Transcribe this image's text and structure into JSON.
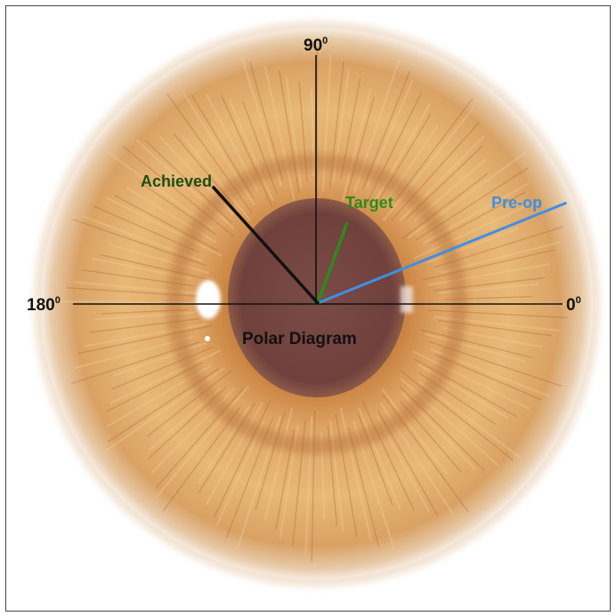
{
  "diagram": {
    "title": "Polar Diagram",
    "axis_labels": {
      "deg_90": "90",
      "deg_180": "180",
      "deg_0": "0",
      "degree_mark": "0"
    },
    "vectors": [
      {
        "name": "Pre-op",
        "angle_deg": 22,
        "color": "#3f8fe3"
      },
      {
        "name": "Target",
        "angle_deg": 70,
        "color": "#2e8a1e"
      },
      {
        "name": "Achieved",
        "angle_deg": 132,
        "color": "#111111"
      }
    ],
    "colors": {
      "iris_outer": "#c98a45",
      "iris_inner": "#e8b572",
      "pupil": "#7a4a45",
      "axis": "#111111"
    }
  }
}
